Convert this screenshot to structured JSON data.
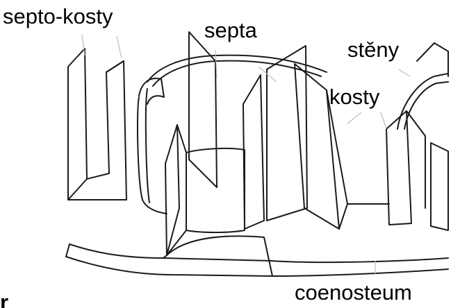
{
  "labels": {
    "septo_kosty": "septo-kosty",
    "septa": "septa",
    "steny": "stěny",
    "kosty": "kosty",
    "coenosteum": "coenosteum",
    "fragment": "r"
  },
  "colors": {
    "line": "#1a1a1a",
    "leader": "#bdbdbd",
    "background": "#ffffff"
  }
}
